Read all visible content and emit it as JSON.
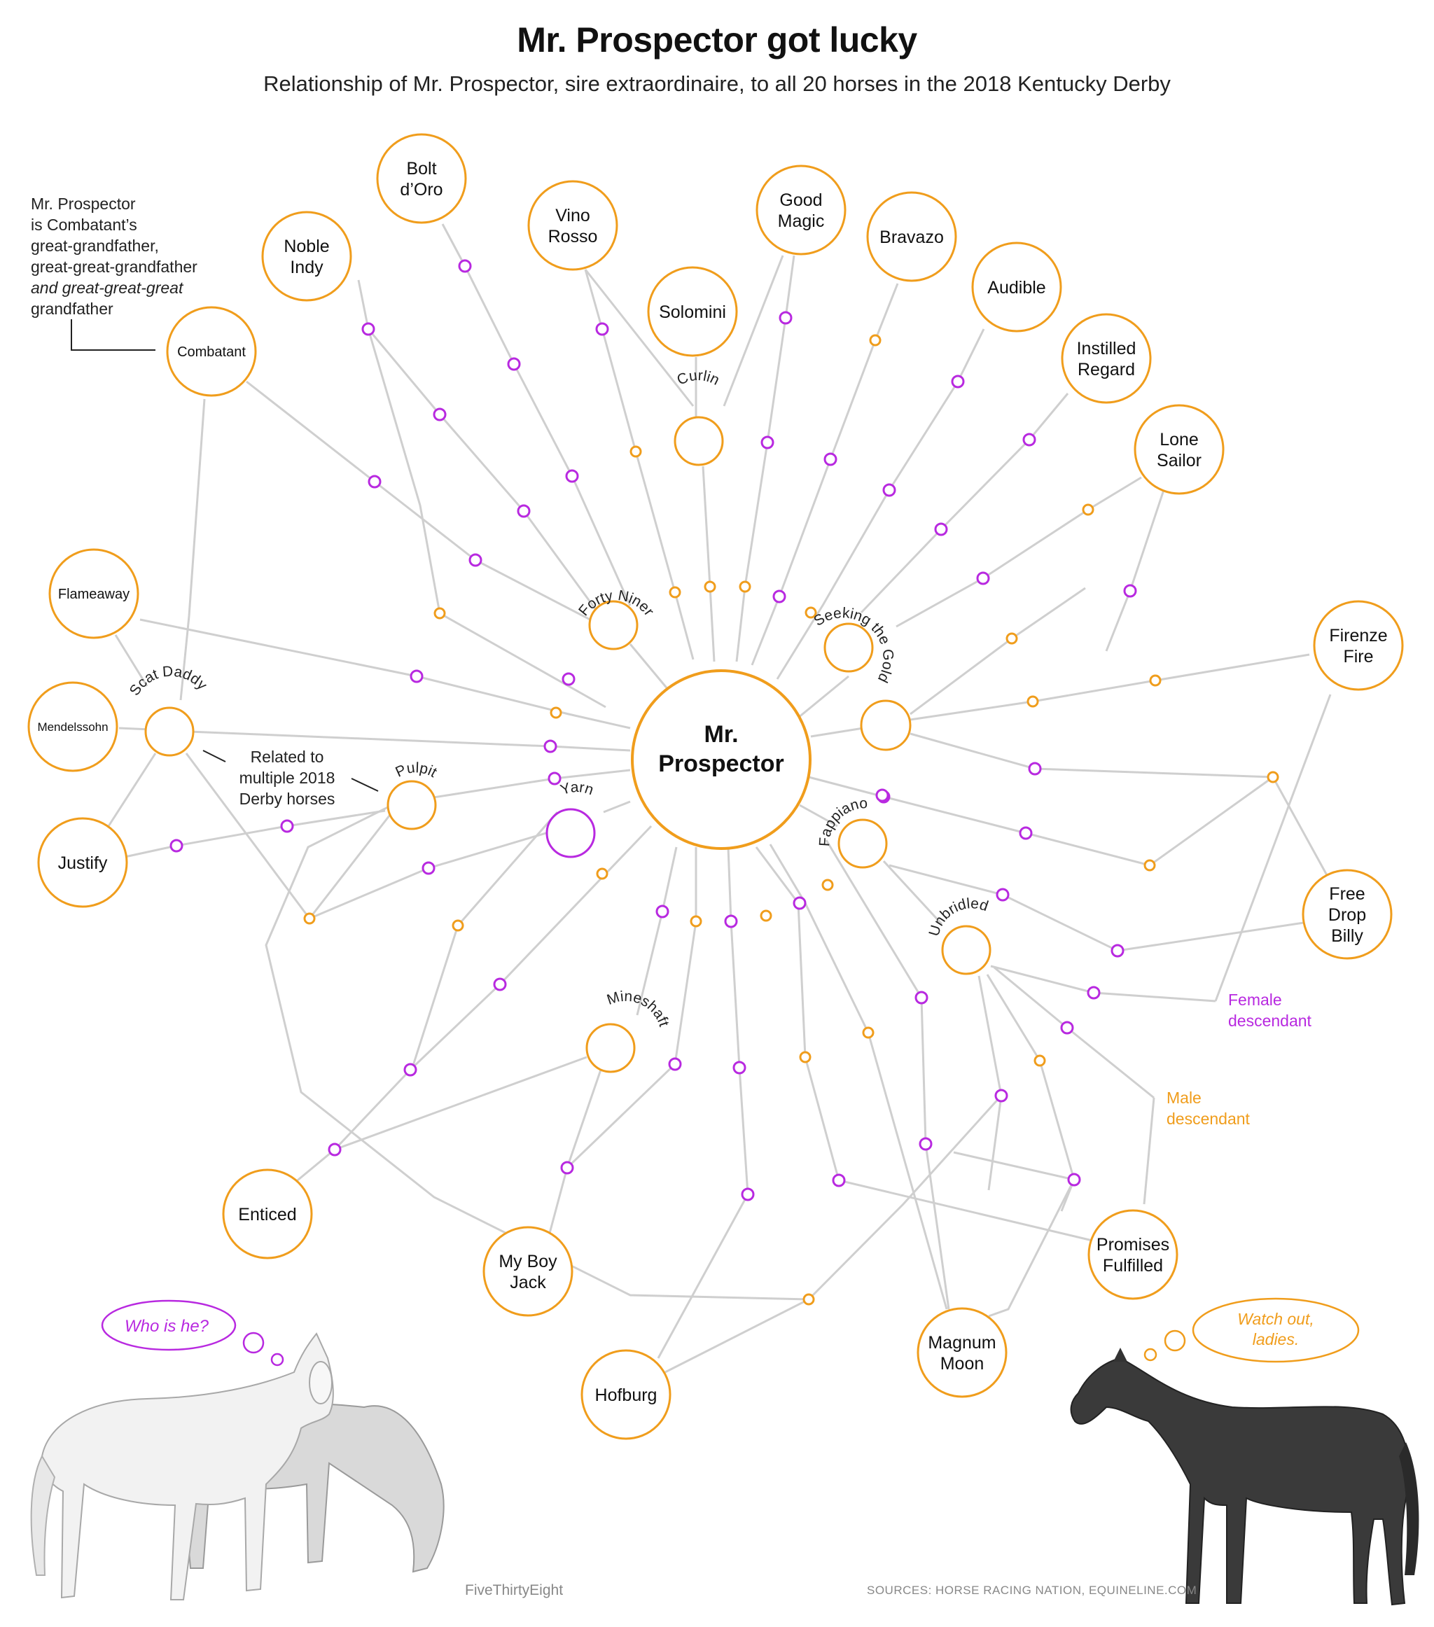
{
  "header": {
    "title": "Mr. Prospector got lucky",
    "subtitle": "Relationship of Mr. Prospector, sire extraordinaire, to all 20 horses in the 2018 Kentucky Derby"
  },
  "center_label": [
    "Mr.",
    "Prospector"
  ],
  "sires": {
    "forty_niner": "Forty Niner",
    "curlin": "Curlin",
    "seeking_the_gold": "Seeking the Gold",
    "scat_daddy": "Scat Daddy",
    "pulpit": "Pulpit",
    "yarn": "Yarn",
    "fappiano": "Fappiano",
    "unbridled": "Unbridled",
    "mineshaft": "Mineshaft"
  },
  "horses": {
    "bolt_doro": [
      "Bolt",
      "d’Oro"
    ],
    "noble_indy": [
      "Noble",
      "Indy"
    ],
    "vino_rosso": [
      "Vino",
      "Rosso"
    ],
    "good_magic": [
      "Good",
      "Magic"
    ],
    "bravazo": [
      "Bravazo"
    ],
    "solomini": [
      "Solomini"
    ],
    "audible": [
      "Audible"
    ],
    "instilled_regard": [
      "Instilled",
      "Regard"
    ],
    "lone_sailor": [
      "Lone",
      "Sailor"
    ],
    "combatant": [
      "Combatant"
    ],
    "flameaway": [
      "Flameaway"
    ],
    "firenze_fire": [
      "Firenze",
      "Fire"
    ],
    "mendelssohn": [
      "Mendelssohn"
    ],
    "justify": [
      "Justify"
    ],
    "free_drop_billy": [
      "Free",
      "Drop",
      "Billy"
    ],
    "enticed": [
      "Enticed"
    ],
    "my_boy_jack": [
      "My Boy",
      "Jack"
    ],
    "promises_fulfilled": [
      "Promises",
      "Fulfilled"
    ],
    "magnum_moon": [
      "Magnum",
      "Moon"
    ],
    "hofburg": [
      "Hofburg"
    ]
  },
  "annotations": {
    "combatant_note": [
      "Mr. Prospector",
      "is Combatant’s",
      "great-grandfather,",
      "great-great-grandfather",
      "and great-great-great",
      "grandfather"
    ],
    "multiple_note": [
      "Related to",
      "multiple 2018",
      "Derby horses"
    ]
  },
  "legend": {
    "female": [
      "Female",
      "descendant"
    ],
    "male": [
      "Male",
      "descendant"
    ]
  },
  "thoughts": {
    "left": "Who is he?",
    "right": [
      "Watch out,",
      "ladies."
    ]
  },
  "footer": {
    "credit": "FiveThirtyEight",
    "sources": "SOURCES: HORSE RACING NATION, EQUINELINE.COM"
  },
  "colors": {
    "male": "#f09d1c",
    "female": "#b829e0",
    "line": "#cfcfcf",
    "text": "#111111"
  }
}
